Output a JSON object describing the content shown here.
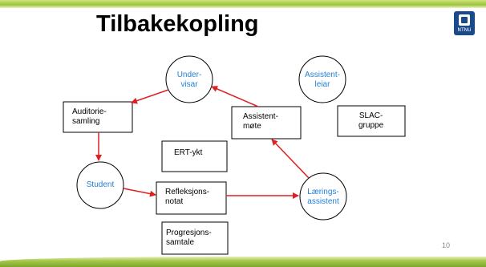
{
  "slide": {
    "title": "Tilbakekopling",
    "logo_text": "NTNU",
    "page_number": "10"
  },
  "nodes": {
    "undervisar": "Under-\nvisar",
    "assistentleiar": "Assistent-\nleiar",
    "auditoriesamling": "Auditorie-\nsamling",
    "assistentmote": "Assistent-\nmøte",
    "slac": "SLAC-\ngruppe",
    "ert": "ERT-ykt",
    "student": "Student",
    "refleksjon": "Refleksjons-\nnotat",
    "laeringsassistent": "Lærings-\nassistent",
    "progresjon": "Progresjons-\nsamtale"
  },
  "colors": {
    "arrow": "#e02020",
    "circle_text": "#1f7fd6",
    "accent_green": "#9cc43c",
    "logo_blue": "#1a4a8a"
  }
}
